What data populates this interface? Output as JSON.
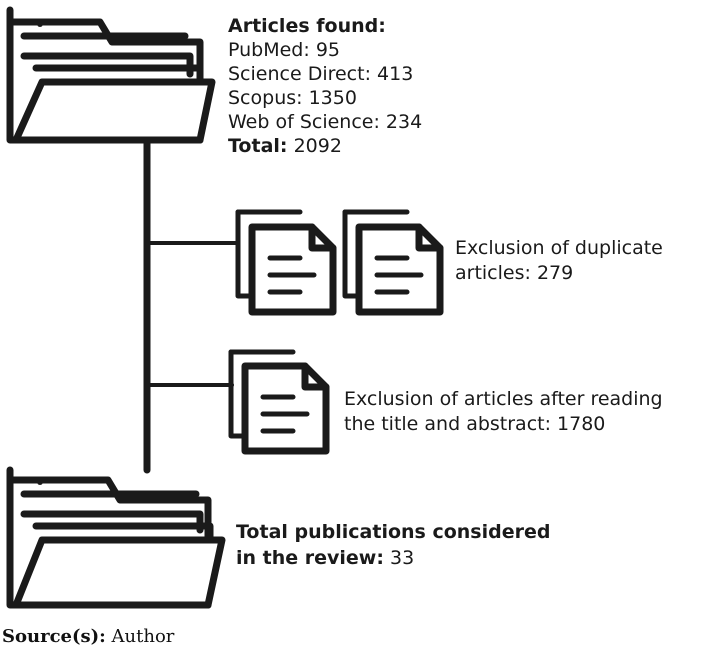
{
  "articles_found": {
    "heading": "Articles found:",
    "sources": [
      {
        "label": "PubMed:",
        "value": "95"
      },
      {
        "label": "Science Direct:",
        "value": "413"
      },
      {
        "label": "Scopus:",
        "value": "1350"
      },
      {
        "label": "Web of Science:",
        "value": "234"
      }
    ],
    "total_label": "Total:",
    "total_value": "2092"
  },
  "duplicates": {
    "line1": "Exclusion of duplicate",
    "line2": "articles: 279"
  },
  "title_abstract": {
    "line1": "Exclusion of articles after reading",
    "line2": "the title and abstract: 1780"
  },
  "final": {
    "line1": "Total publications considered",
    "line2_bold": "in the review:",
    "line2_value": "33"
  },
  "source": {
    "label": "Source(s):",
    "value": "Author"
  }
}
